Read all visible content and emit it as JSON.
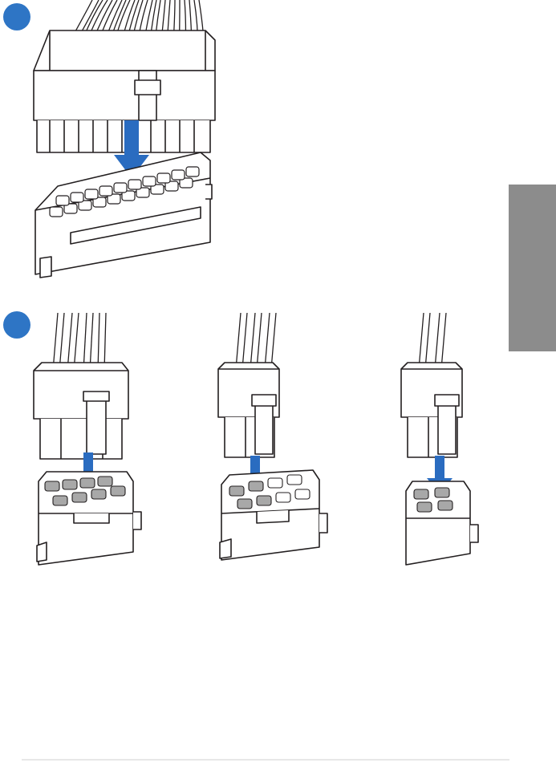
{
  "figure": {
    "steps": [
      {
        "id": "step-1",
        "connectors": [
          "24-pin"
        ]
      },
      {
        "id": "step-2",
        "connectors": [
          "8-pin",
          "6-pin",
          "4-pin"
        ]
      }
    ],
    "colors": {
      "step_badge": "#2e75c5",
      "arrow": "#2a6cc0",
      "outline": "#231f20",
      "pin_fill": "#a8a8a8",
      "side_tab": "#8c8c8c",
      "footer_rule": "#cfcfcf"
    }
  }
}
